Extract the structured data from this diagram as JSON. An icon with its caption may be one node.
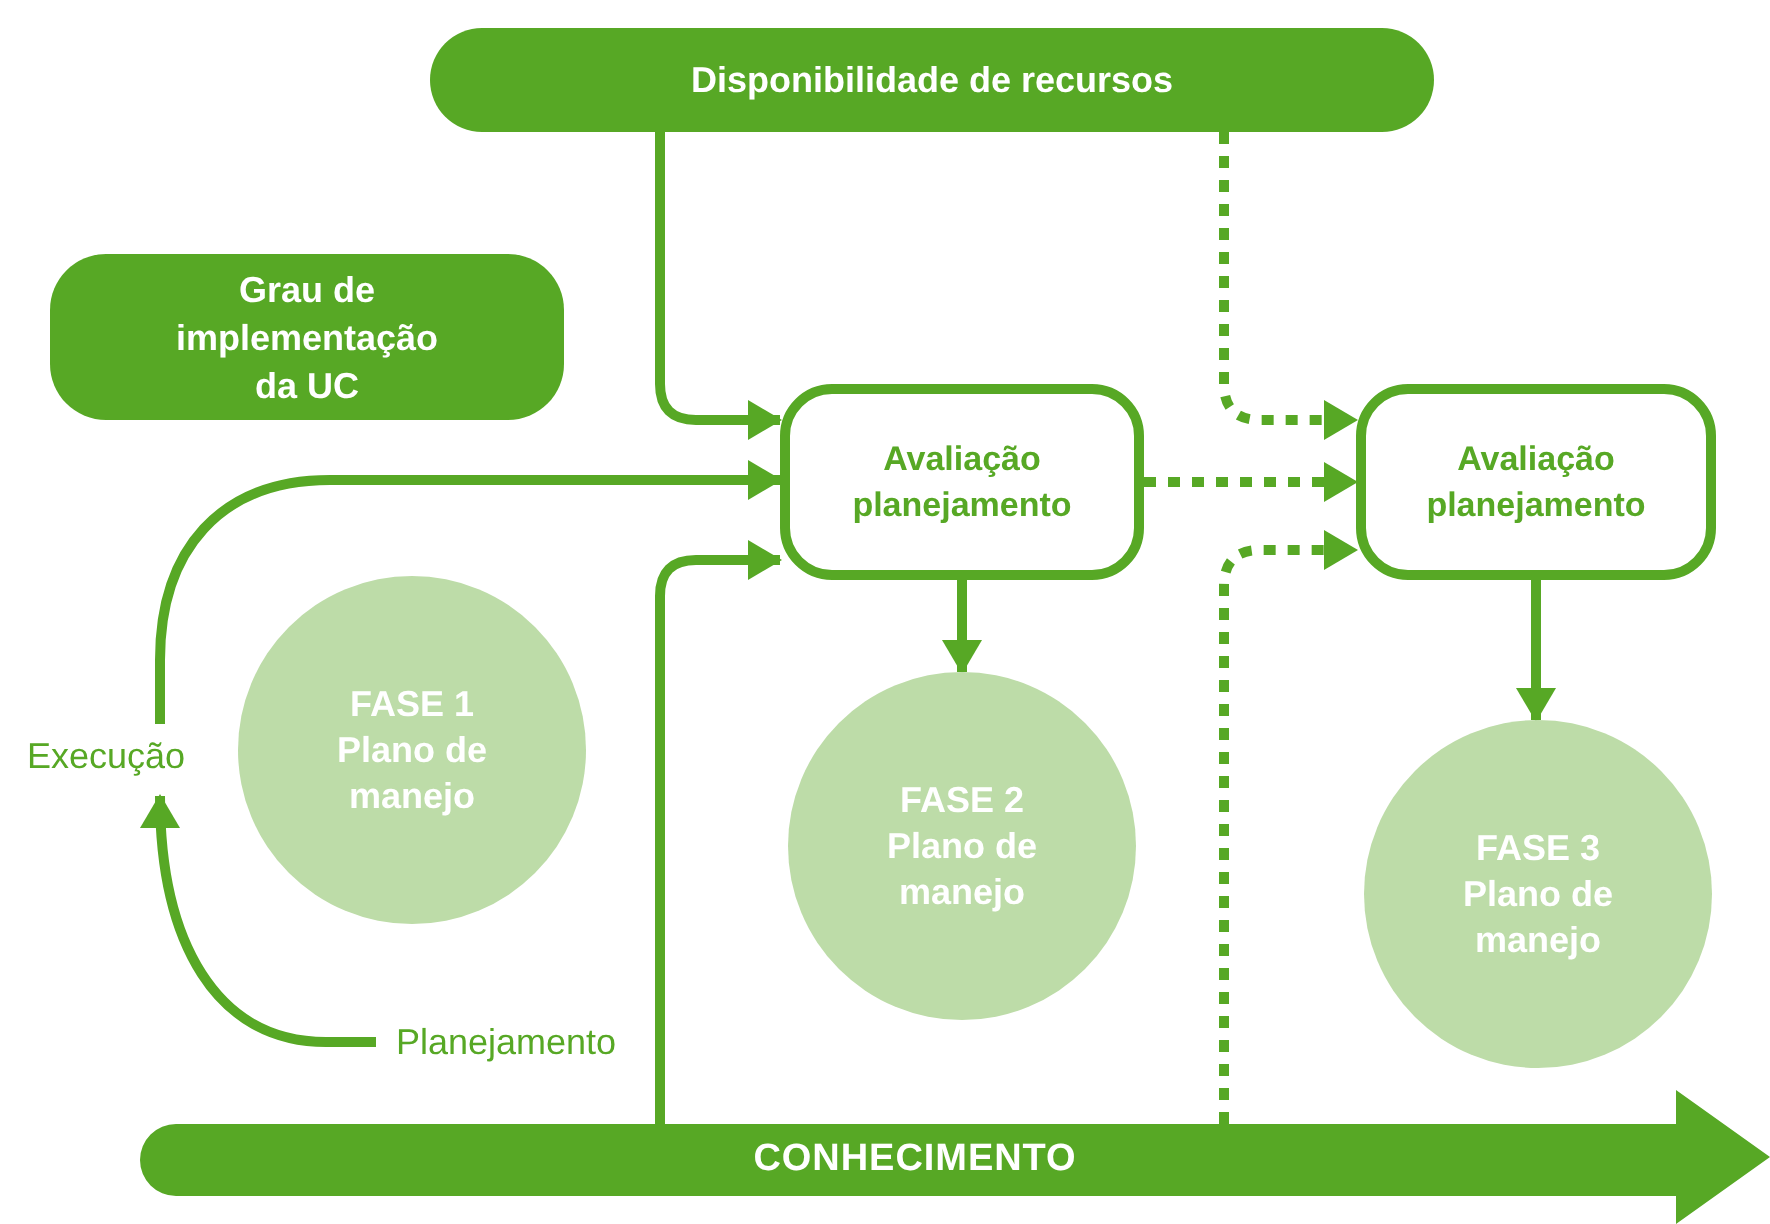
{
  "diagram": {
    "nodes": [
      {
        "text": [
          "Disponibilidade de recursos"
        ]
      },
      {
        "text": [
          "Grau de implementação da UC"
        ]
      },
      {
        "text": [
          "Avaliação planejamento"
        ]
      },
      {
        "text": [
          "Avaliação planejamento"
        ]
      },
      {
        "text": [
          "FASE 1 Plano de manejo"
        ]
      },
      {
        "text": [
          "FASE 2 Plano de manejo"
        ]
      },
      {
        "text": [
          "FASE 3 Plano de manejo"
        ]
      },
      {
        "text": [
          "Execução"
        ]
      },
      {
        "text": [
          "Planejamento"
        ]
      },
      {
        "text": [
          "CONHECIMENTO"
        ]
      }
    ],
    "edges": [
      {
        "from": 0,
        "to": 2,
        "arrow": "to"
      },
      {
        "from": 7,
        "to": 2,
        "arrow": "to"
      },
      {
        "from": 9,
        "to": 2,
        "arrow": "to"
      },
      {
        "from": 8,
        "to": 7,
        "arrow": "to"
      },
      {
        "from": 2,
        "to": 5,
        "arrow": "to"
      },
      {
        "from": 0,
        "to": 3,
        "arrow": "to",
        "style": "dashed"
      },
      {
        "from": 2,
        "to": 3,
        "arrow": "to",
        "style": "dashed"
      },
      {
        "from": 9,
        "to": 3,
        "arrow": "to",
        "style": "dashed"
      },
      {
        "from": 3,
        "to": 6,
        "arrow": "to"
      }
    ]
  }
}
